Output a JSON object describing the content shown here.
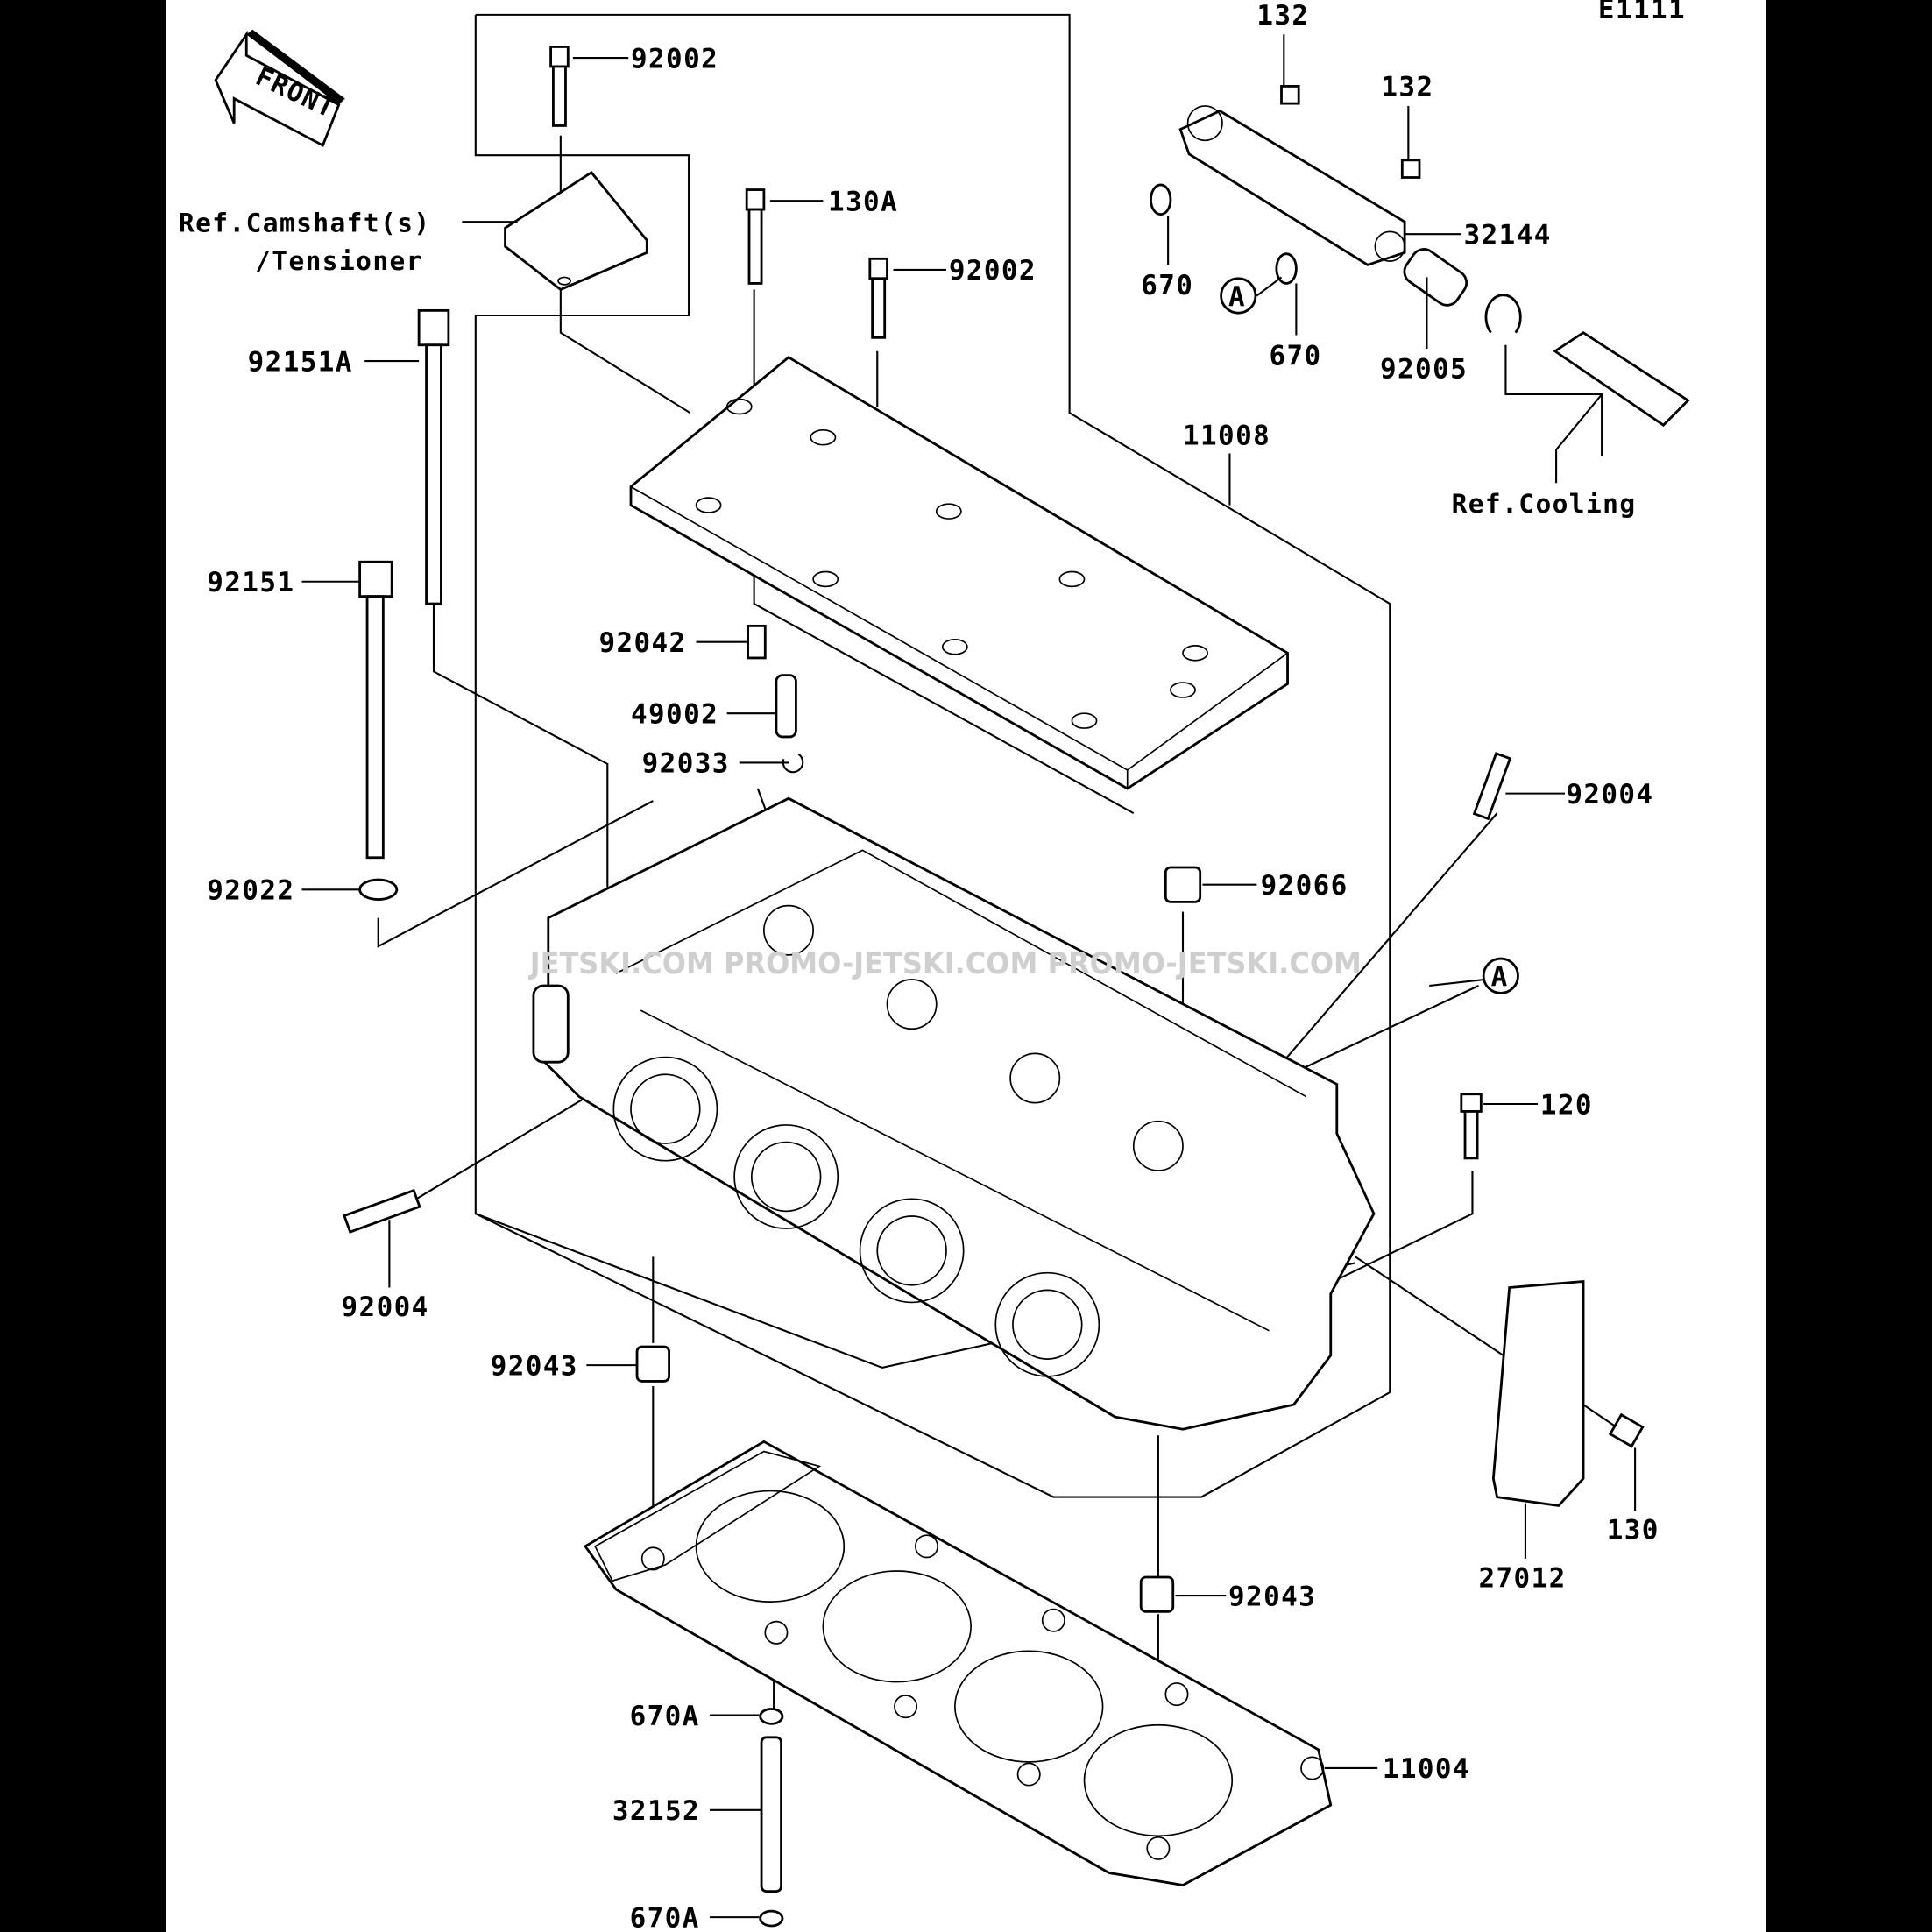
{
  "diagram_code": "E1111",
  "front_logo": "FRONT",
  "watermark": "JETSKI.COM  PROMO-JETSKI.COM  PROMO-JETSKI.COM",
  "refs": {
    "camshaft_line1": "Ref.Camshaft(s)",
    "camshaft_line2": "/Tensioner",
    "cooling": "Ref.Cooling"
  },
  "markers": {
    "a1": "A",
    "a2": "A"
  },
  "parts": {
    "p92002_top": "92002",
    "p130A": "130A",
    "p92002_mid": "92002",
    "p92151A": "92151A",
    "p92151": "92151",
    "p92042": "92042",
    "p49002": "49002",
    "p92033": "92033",
    "p92022": "92022",
    "p92004_right": "92004",
    "p92066": "92066",
    "p120": "120",
    "p92004_left": "92004",
    "p92043_left": "92043",
    "p92043_right": "92043",
    "p27012": "27012",
    "p130": "130",
    "p670A_top": "670A",
    "p32152": "32152",
    "p11004": "11004",
    "p670A_bottom": "670A",
    "p11008": "11008",
    "p132_a": "132",
    "p132_b": "132",
    "p32144": "32144",
    "p670_a": "670",
    "p670_b": "670",
    "p92005": "92005"
  }
}
